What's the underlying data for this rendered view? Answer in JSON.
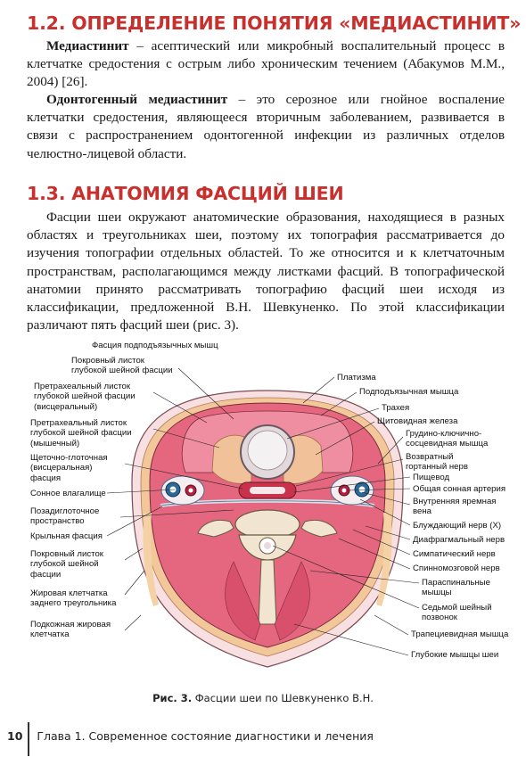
{
  "sections": {
    "s1": {
      "heading": "1.2. ОПРЕДЕЛЕНИЕ ПОНЯТИЯ «МЕДИАСТИНИТ»",
      "p1_term": "Медиастинит",
      "p1_text": " – асептический или микробный воспалительный процесс в клетчатке средостения с острым либо хроническим течением (Абакумов М.М., 2004) [26].",
      "p2_term": "Одонтогенный медиастинит",
      "p2_text": " – это серозное или гнойное воспаление клетчатки средостения, являющееся вторичным заболеванием, развивается в связи с распространением одонтогенной инфекции из различных отделов челюстно-лицевой области."
    },
    "s2": {
      "heading": "1.3. АНАТОМИЯ ФАСЦИЙ ШЕИ",
      "p1": "Фасции шеи окружают анатомические образования, находящиеся в разных областях и треугольниках шеи, поэтому их топография рассматривается до изучения топографии отдельных областей. То же относится и к клетчаточным пространствам, располагающимся между листками фасций. В топографической анатомии принято рассматривать топографию фасций шеи исходя из классификации, предложенной В.Н. Шевкуненко. По этой классификации различают пять фасций шеи (рис. 3)."
    }
  },
  "figure": {
    "top_label": "Фасция подподъязычных мышц",
    "left_labels": [
      "Покровный листок\nглубокой шейной фасции",
      "Претрахеальный листок\nглубокой шейной фасции\n(висцеральный)",
      "Претрахеальный листок\nглубокой шейной фасции\n(мышечный)",
      "Щеточно-глоточная\n(висцеральная)\nфасция",
      "Сонное влагалище",
      "Позадиглоточное\nпространство",
      "Крыльная фасция",
      "Покровный листок\nглубокой шейной\nфасции",
      "Жировая клетчатка\nзаднего треугольника",
      "Подкожная жировая\nклетчатка"
    ],
    "right_labels": [
      "Платизма",
      "Подподъязычная мышца",
      "Трахея",
      "Щитовидная железа",
      "Грудино-ключично-\nсосцевидная мышца",
      "Возвратный\nгортанный нерв",
      "Пищевод",
      "Общая сонная артерия",
      "Внутренняя яремная\nвена",
      "Блуждающий нерв (X)",
      "Диафрагмальный нерв",
      "Симпатический нерв",
      "Спинномозговой нерв",
      "Параспинальные\nмышцы",
      "Седьмой шейный\nпозвонок",
      "Трапециевидная мышца",
      "Глубокие мышцы шеи"
    ],
    "caption_label": "Рис. 3.",
    "caption_text": " Фасции шеи по Шевкуненко В.Н."
  },
  "footer": {
    "page_number": "10",
    "chapter": "Глава 1. Современное состояние диагностики и лечения"
  },
  "colors": {
    "heading": "#c8302e",
    "muscle": "#e5667f",
    "fat": "#f2c79a",
    "skin": "#f7dfe2"
  }
}
